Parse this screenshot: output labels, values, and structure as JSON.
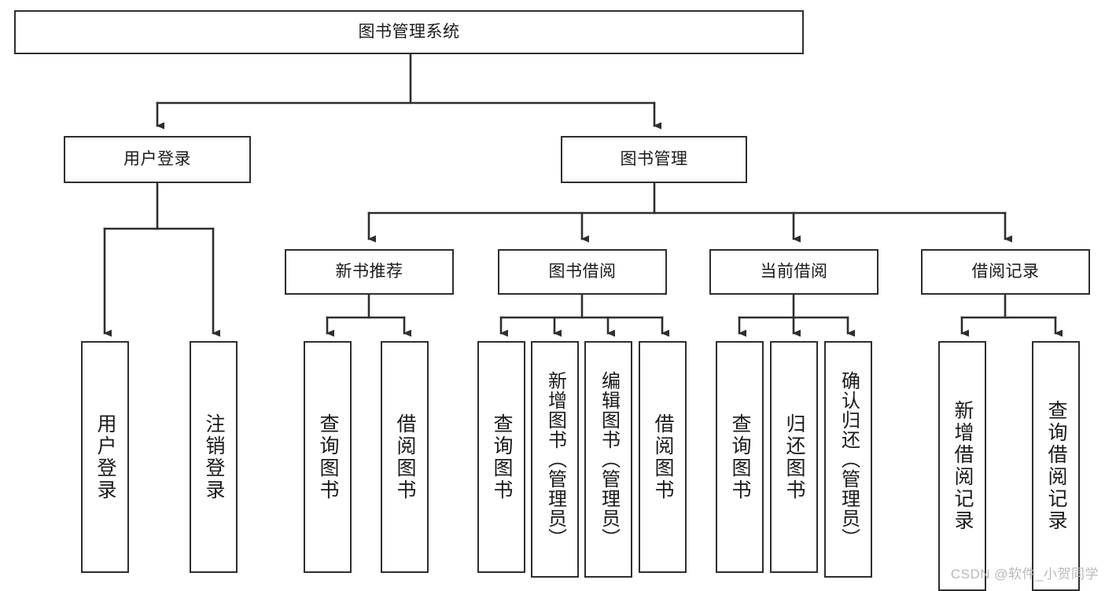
{
  "diagram": {
    "type": "tree-hierarchy",
    "title": "图书管理系统",
    "orientation": "top-down",
    "colors": {
      "box_stroke": "#2e2e2e",
      "box_fill": "#ffffff",
      "connector": "#2e2e2e",
      "text": "#1a1a1a",
      "watermark": "#b9b9b9",
      "background": "#ffffff"
    },
    "root": {
      "label": "图书管理系统"
    },
    "level2": [
      {
        "label": "用户登录"
      },
      {
        "label": "图书管理"
      }
    ],
    "level3": [
      {
        "label": "新书推荐"
      },
      {
        "label": "图书借阅"
      },
      {
        "label": "当前借阅"
      },
      {
        "label": "借阅记录"
      }
    ],
    "leaves": {
      "user_login": [
        {
          "label": "用户登录"
        },
        {
          "label": "注销登录"
        }
      ],
      "new_book": [
        {
          "label": "查询图书"
        },
        {
          "label": "借阅图书"
        }
      ],
      "book_borrow": [
        {
          "label": "查询图书"
        },
        {
          "label": "新增图书（管理员）"
        },
        {
          "label": "编辑图书（管理员）"
        },
        {
          "label": "借阅图书"
        }
      ],
      "current_borrow": [
        {
          "label": "查询图书"
        },
        {
          "label": "归还图书"
        },
        {
          "label": "确认归还（管理员）"
        }
      ],
      "borrow_record": [
        {
          "label": "新增借阅记录"
        },
        {
          "label": "查询借阅记录"
        }
      ]
    }
  },
  "watermark": {
    "text": "CSDN @软件_小贺同学"
  }
}
